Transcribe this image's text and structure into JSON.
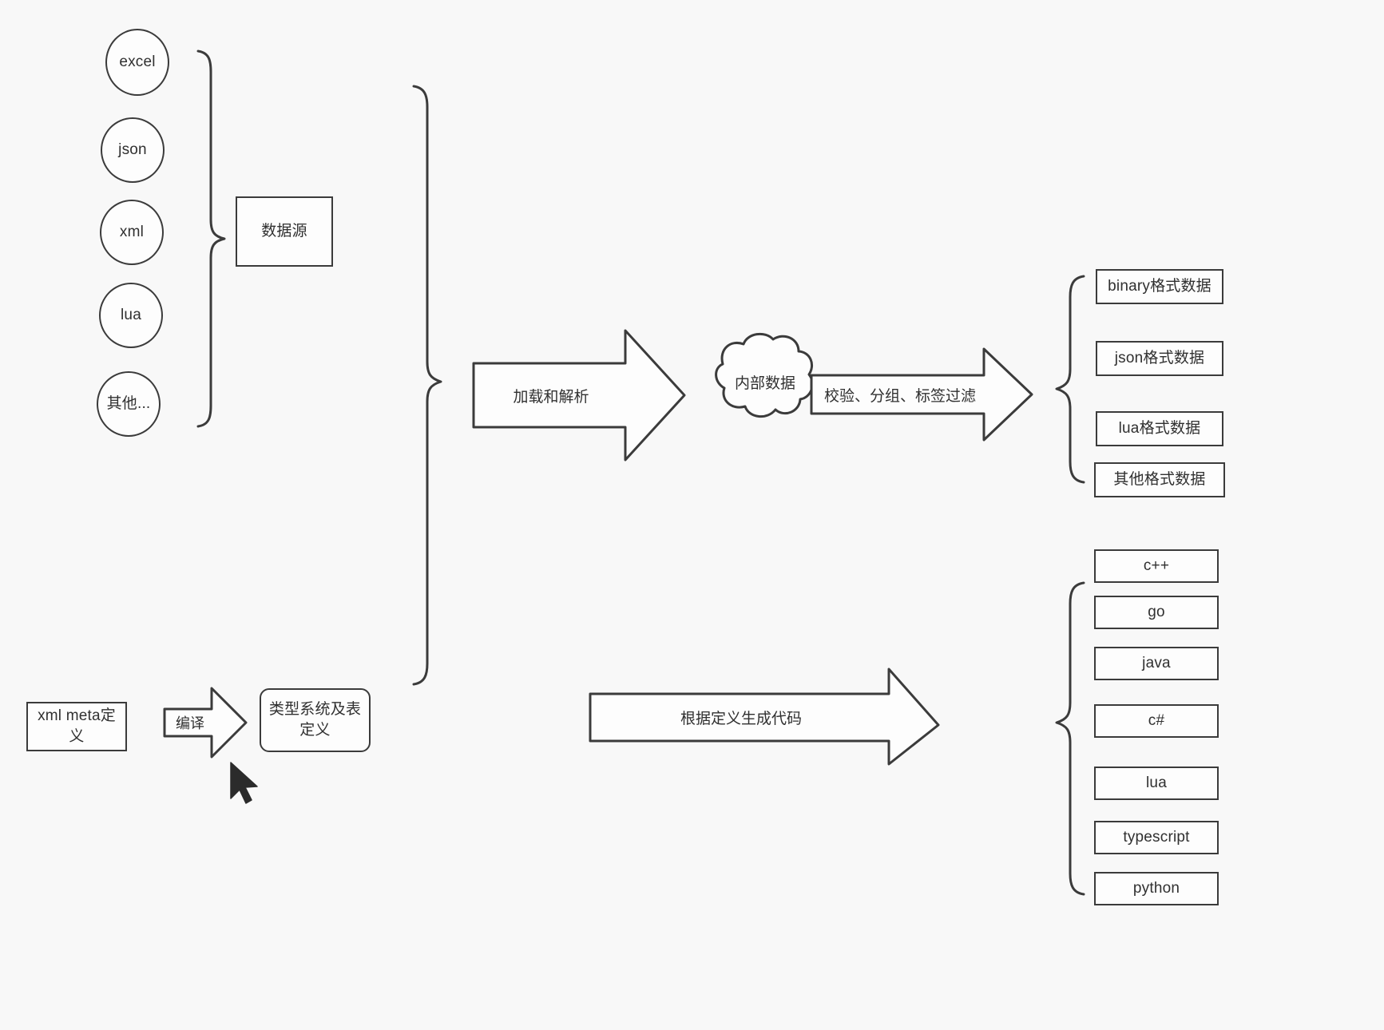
{
  "diagram": {
    "title_hidden": "",
    "background_color": "#f8f8f8",
    "stroke_color": "#3b3b3b",
    "fill_color": "#fdfdfd"
  },
  "data_sources": {
    "group_label": "数据源",
    "items": [
      {
        "label": "excel"
      },
      {
        "label": "json"
      },
      {
        "label": "xml"
      },
      {
        "label": "lua"
      },
      {
        "label": "其他..."
      }
    ]
  },
  "pipeline": {
    "load_arrow_label": "加载和解析",
    "internal_data_label": "内部数据",
    "filter_arrow_label": "校验、分组、标签过滤"
  },
  "output_formats": {
    "items": [
      {
        "label": "binary格式数据"
      },
      {
        "label": "json格式数据"
      },
      {
        "label": "lua格式数据"
      },
      {
        "label": "其他格式数据"
      }
    ]
  },
  "meta_definition": {
    "source_label": "xml meta定义",
    "compile_arrow_label": "编译",
    "type_system_label": "类型系统及表定义"
  },
  "codegen": {
    "arrow_label": "根据定义生成代码",
    "languages": [
      {
        "label": "c++"
      },
      {
        "label": "go"
      },
      {
        "label": "java"
      },
      {
        "label": "c#"
      },
      {
        "label": "lua"
      },
      {
        "label": "typescript"
      },
      {
        "label": "python"
      }
    ]
  },
  "icons": {
    "cursor": "mouse-cursor-icon",
    "cloud": "cloud-shape-icon",
    "brace": "curly-brace-icon",
    "block_arrow": "block-arrow-icon"
  }
}
